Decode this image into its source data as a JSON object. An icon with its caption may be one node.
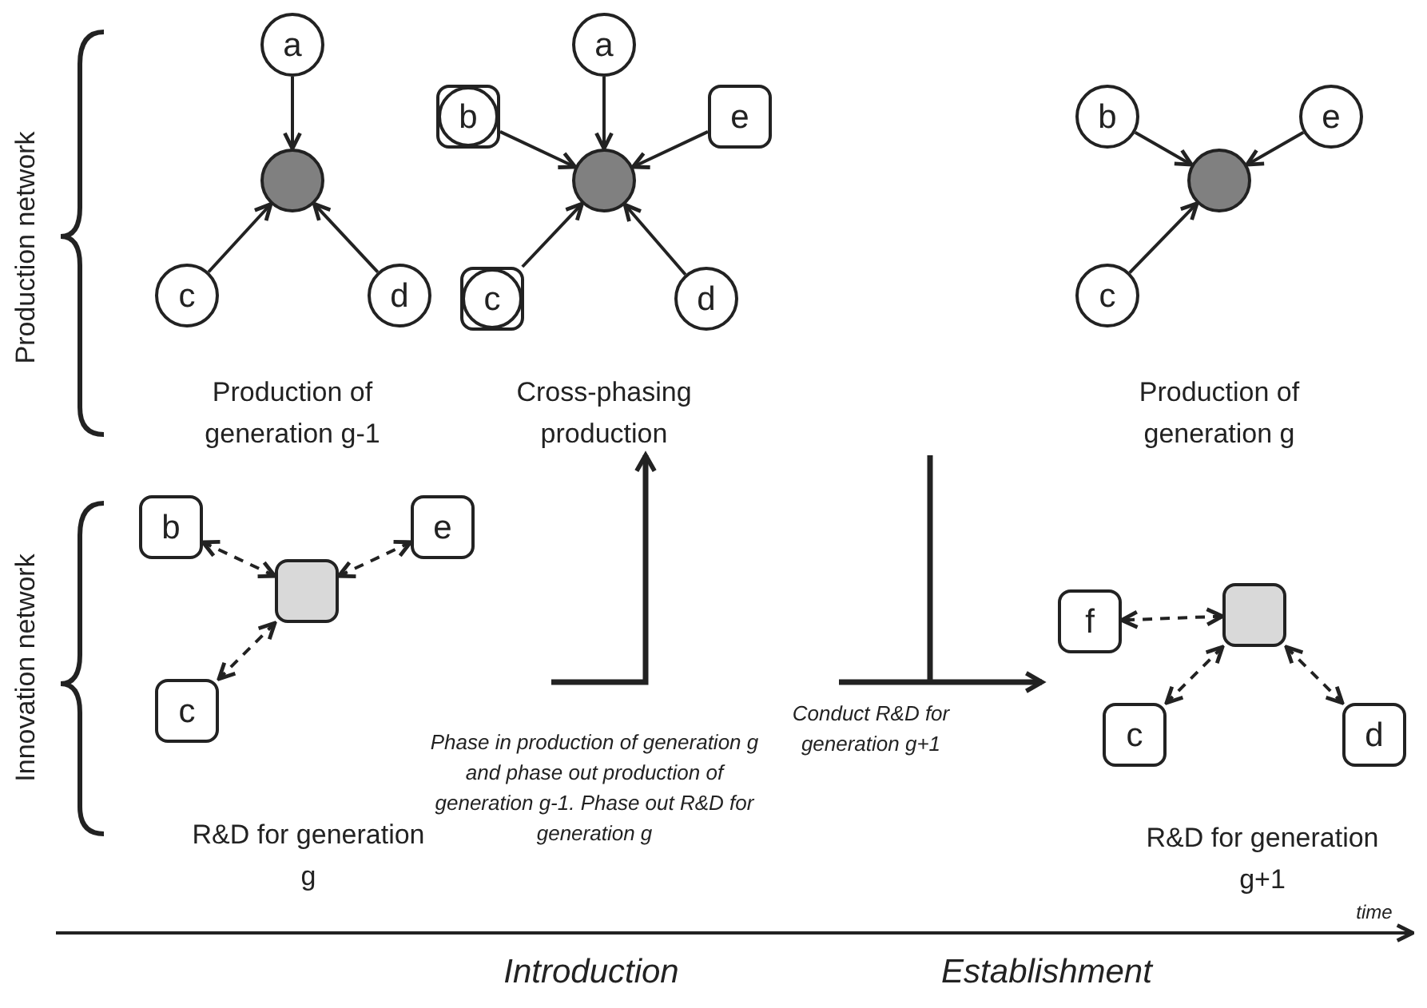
{
  "diagram": {
    "nodes": [
      {
        "text": [],
        "shape": "circle"
      },
      {
        "text": [
          "a"
        ]
      },
      {
        "text": [
          "c"
        ]
      },
      {
        "text": [
          "d"
        ]
      },
      {
        "text": [],
        "shape": "circle"
      },
      {
        "text": [
          "a"
        ]
      },
      {
        "text": [
          "b"
        ]
      },
      {
        "text": [
          "e"
        ]
      },
      {
        "text": [
          "c"
        ]
      },
      {
        "text": [
          "d"
        ]
      },
      {
        "text": [],
        "shape": "circle"
      },
      {
        "text": [
          "b"
        ]
      },
      {
        "text": [
          "e"
        ]
      },
      {
        "text": [
          "c"
        ]
      },
      {
        "text": [],
        "shape": "box"
      },
      {
        "text": [
          "b"
        ]
      },
      {
        "text": [
          "e"
        ]
      },
      {
        "text": [
          "c"
        ]
      },
      {
        "text": [],
        "shape": "box"
      },
      {
        "text": [
          "f"
        ]
      },
      {
        "text": [
          "c"
        ]
      },
      {
        "text": [
          "d"
        ]
      }
    ],
    "edges": [
      {
        "from": 1,
        "to": 0,
        "arrow": "to"
      },
      {
        "from": 2,
        "to": 0,
        "arrow": "to"
      },
      {
        "from": 3,
        "to": 0,
        "arrow": "to"
      },
      {
        "from": 5,
        "to": 4,
        "arrow": "to"
      },
      {
        "from": 6,
        "to": 4,
        "arrow": "to"
      },
      {
        "from": 7,
        "to": 4,
        "arrow": "to"
      },
      {
        "from": 8,
        "to": 4,
        "arrow": "to"
      },
      {
        "from": 9,
        "to": 4,
        "arrow": "to"
      },
      {
        "from": 11,
        "to": 10,
        "arrow": "to"
      },
      {
        "from": 12,
        "to": 10,
        "arrow": "to"
      },
      {
        "from": 13,
        "to": 10,
        "arrow": "to"
      },
      {
        "from": 14,
        "to": 15,
        "arrow": "both",
        "style": "dashed"
      },
      {
        "from": 14,
        "to": 16,
        "arrow": "both",
        "style": "dashed"
      },
      {
        "from": 14,
        "to": 17,
        "arrow": "both",
        "style": "dashed"
      },
      {
        "from": 18,
        "to": 19,
        "arrow": "both",
        "style": "dashed"
      },
      {
        "from": 18,
        "to": 20,
        "arrow": "both",
        "style": "dashed"
      },
      {
        "from": 18,
        "to": 21,
        "arrow": "both",
        "style": "dashed"
      }
    ],
    "labels": [
      "Production network",
      "Production of generation g-1",
      "Cross-phasing production",
      "Production of generation g",
      "Innovation network",
      "R&D for generation g",
      "Phase in production of generation g and phase out production of generation g-1. Phase out R&D for generation g",
      "Conduct R&D for generation g+1",
      "R&D for generation g+1",
      "time",
      "Introduction",
      "Establishment"
    ]
  }
}
